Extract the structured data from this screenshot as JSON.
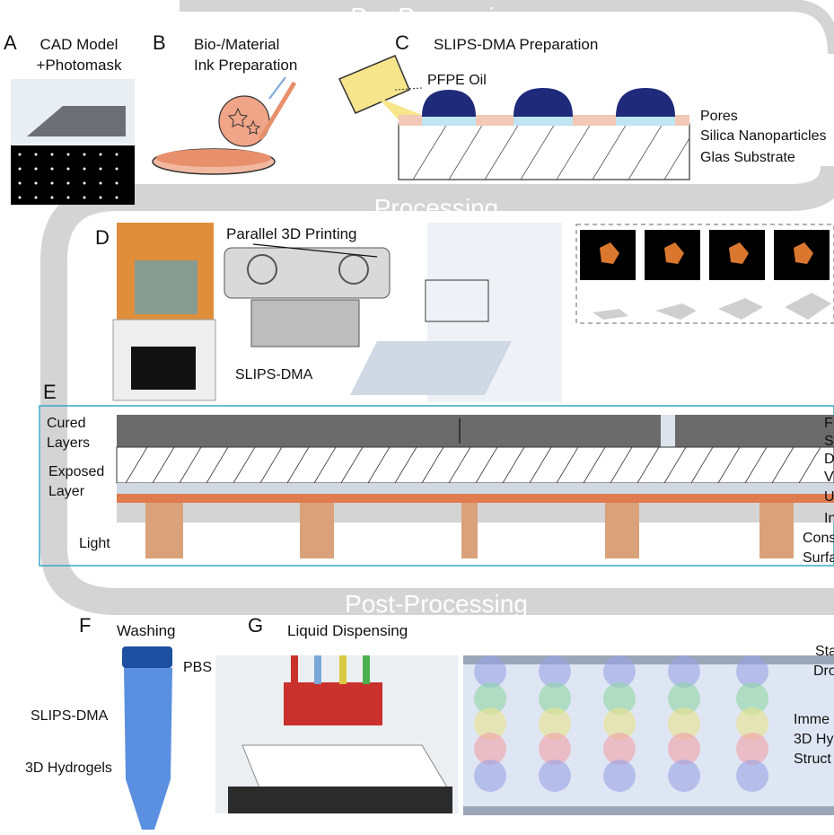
{
  "sections": {
    "pre": "Pre-Processing",
    "processing": "Processing",
    "post": "Post-Processing"
  },
  "panels": {
    "A": {
      "letter": "A",
      "line1": "CAD Model",
      "line2": "+Photomask"
    },
    "B": {
      "letter": "B",
      "line1": "Bio-/Material",
      "line2": "Ink Preparation"
    },
    "C": {
      "letter": "C",
      "title": "SLIPS-DMA Preparation",
      "oil": "PFPE Oil",
      "pores": "Pores",
      "silica": "Silica Nanoparticles",
      "glass": "Glas Substrate"
    },
    "D": {
      "letter": "D",
      "title": "Parallel 3D Printing",
      "device": "SLIPS-DMA"
    },
    "E": {
      "letter": "E",
      "cured1": "Cured",
      "cured2": "Layers",
      "exposed1": "Exposed",
      "exposed2": "Layer",
      "light": "Light",
      "right": [
        "F",
        "S",
        "D",
        "V",
        "U",
        "In",
        "Cons",
        "Surfa"
      ]
    },
    "F": {
      "letter": "F",
      "title": "Washing",
      "pbs": "PBS",
      "slips": "SLIPS-DMA",
      "hydrogels": "3D Hydrogels"
    },
    "G": {
      "letter": "G",
      "title": "Liquid Dispensing",
      "r1": "Sta",
      "r2": "Dro",
      "r3": "Imme",
      "r4": "3D Hy",
      "r5": "Struct"
    }
  },
  "colors": {
    "band": "#d4d4d4",
    "accent_orange": "#e07a4f",
    "blue_drop": "#1f2a7a",
    "frame_blue": "#3ba7c9"
  }
}
